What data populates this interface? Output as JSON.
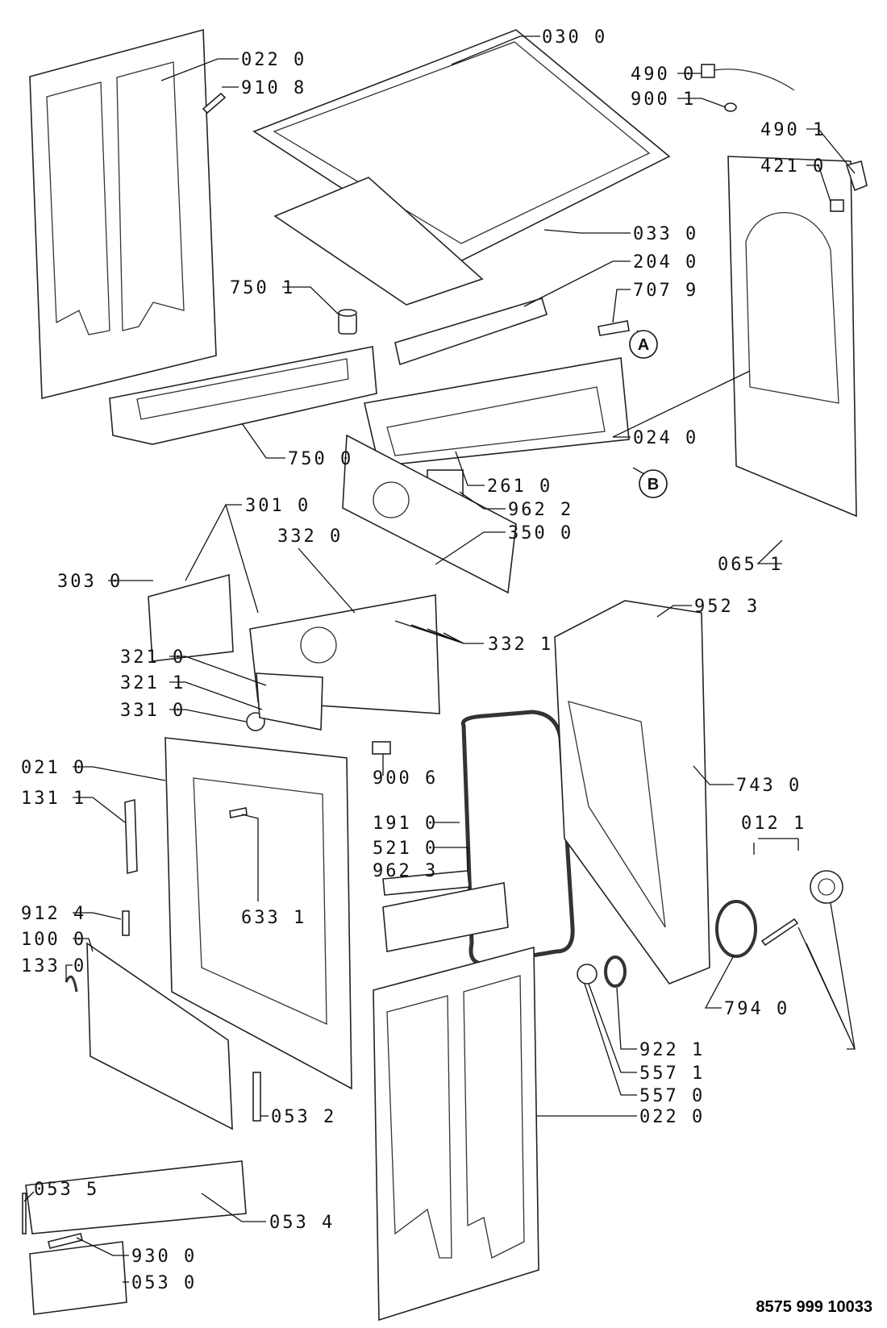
{
  "labels": {
    "l022_0_top": "022 0",
    "l910_8": "910 8",
    "l030_0": "030 0",
    "l490_0": "490 0",
    "l900_1": "900 1",
    "l490_1": "490 1",
    "l421_0": "421 0",
    "l033_0": "033 0",
    "l204_0": "204 0",
    "l750_1": "750 1",
    "l707_9": "707 9",
    "l024_0": "024 0",
    "l750_0": "750 0",
    "l261_0": "261 0",
    "l962_2": "962 2",
    "l301_0": "301 0",
    "l350_0": "350 0",
    "l332_0": "332 0",
    "l303_0": "303 0",
    "l065_1": "065 1",
    "l952_3": "952 3",
    "l332_1": "332 1",
    "l321_0": "321 0",
    "l321_1": "321 1",
    "l331_0": "331 0",
    "l021_0": "021 0",
    "l900_6": "900 6",
    "l743_0": "743 0",
    "l131_1": "131 1",
    "l012_1": "012 1",
    "l191_0": "191 0",
    "l521_0": "521 0",
    "l962_3": "962 3",
    "l633_1": "633 1",
    "l912_4": "912 4",
    "l100_0": "100 0",
    "l133_0": "133 0",
    "l794_0": "794 0",
    "l922_1": "922 1",
    "l557_1": "557 1",
    "l557_0": "557 0",
    "l053_2": "053 2",
    "l022_0_bottom": "022 0",
    "l053_5": "053 5",
    "l053_4": "053 4",
    "l930_0": "930 0",
    "l053_0": "053 0"
  },
  "connectors": {
    "a": "A",
    "b": "B"
  },
  "document_number": "8575 999 10033"
}
